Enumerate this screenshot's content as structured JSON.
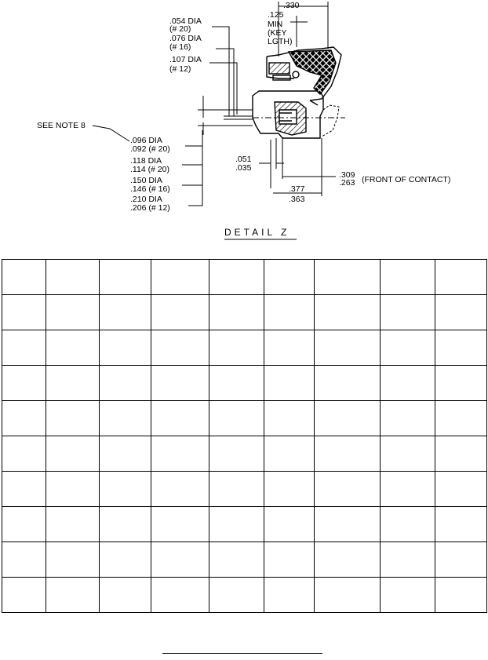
{
  "detail": {
    "title": "DETAIL Z",
    "top_dim": ".330",
    "key_length": {
      "value": ".125",
      "line1": "MIN",
      "line2": "(KEY",
      "line3": "LGTH)"
    },
    "dia_small": [
      {
        "value": ".054 DIA",
        "size": "(# 20)"
      },
      {
        "value": ".076 DIA",
        "size": "(# 16)"
      },
      {
        "value": ".107 DIA",
        "size": "(# 12)"
      }
    ],
    "note": "SEE NOTE 8",
    "dia_large": [
      {
        "max": ".096 DIA",
        "min": ".092 (# 20)"
      },
      {
        "max": ".118  DIA",
        "min": ".114 (# 20)"
      },
      {
        "max": ".150  DIA",
        "min": ".146 (# 16)"
      },
      {
        "max": ".210  DIA",
        "min": ".206 (# 12)"
      }
    ],
    "dim_051": {
      "max": ".051",
      "min": ".035"
    },
    "dim_309": {
      "max": ".309",
      "min": ".263",
      "label": "(FRONT OF CONTACT)"
    },
    "dim_377": {
      "max": ".377",
      "min": ".363"
    }
  },
  "table": {
    "rows": 10,
    "cols": 9
  }
}
